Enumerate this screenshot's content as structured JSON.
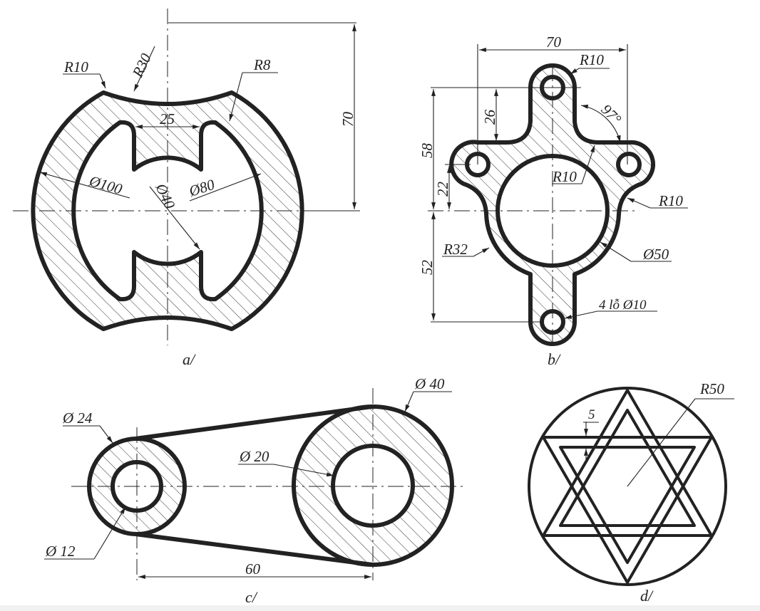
{
  "figures": {
    "a": {
      "caption": "a/",
      "labels": {
        "r10": "R10",
        "r30": "R30",
        "r8": "R8",
        "w25": "25",
        "d100": "Ø100",
        "d80": "Ø80",
        "d40": "Ø40",
        "h70": "70"
      }
    },
    "b": {
      "caption": "b/",
      "labels": {
        "w70": "70",
        "r10_top": "R10",
        "h26": "26",
        "h58": "58",
        "angle": "97°",
        "r10_inner": "R10",
        "r10_right": "R10",
        "h22": "22",
        "r32": "R32",
        "d50": "Ø50",
        "h52": "52",
        "holes": "4 lỗ Ø10"
      }
    },
    "c": {
      "caption": "c/",
      "labels": {
        "d24": "Ø 24",
        "d40": "Ø 40",
        "d20": "Ø 20",
        "d12": "Ø 12",
        "w60": "60"
      }
    },
    "d": {
      "caption": "d/",
      "labels": {
        "r50": "R50",
        "w5": "5"
      }
    }
  },
  "colors": {
    "line": "#222222",
    "background": "#ffffff"
  }
}
